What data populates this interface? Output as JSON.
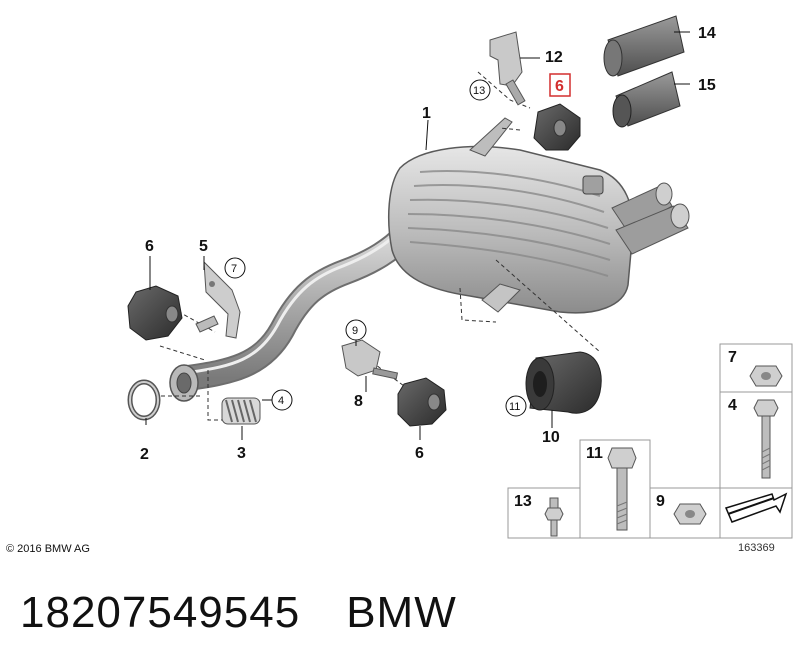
{
  "diagram": {
    "callouts": {
      "c1": "1",
      "c2": "2",
      "c3": "3",
      "c4": "4",
      "c5": "5",
      "c6_left": "6",
      "c6_mid": "6",
      "c6_top": "6",
      "c7": "7",
      "c8": "8",
      "c9": "9",
      "c10": "10",
      "c11": "11",
      "c12": "12",
      "c13": "13",
      "c14": "14",
      "c15": "15"
    },
    "parts_table": {
      "cells": {
        "t7": "7",
        "t4": "4",
        "t11": "11",
        "t13": "13",
        "t9": "9"
      }
    },
    "highlight_color": "#d32f2f"
  },
  "footer": {
    "copyright": "© 2016 BMW AG",
    "drawing_number": "163369",
    "part_number": "18207549545",
    "brand": "BMW"
  }
}
